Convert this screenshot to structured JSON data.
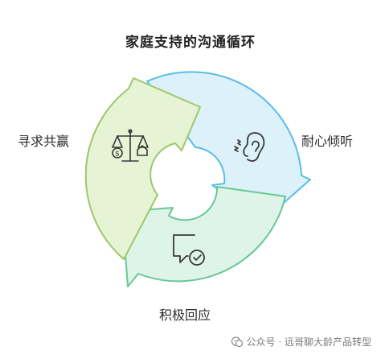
{
  "title": "家庭支持的沟通循环",
  "segments": [
    {
      "label": "寻求共赢",
      "icon": "scale-money-house-icon",
      "fill": "#e6f3d4",
      "stroke": "#9ec86a"
    },
    {
      "label": "耐心倾听",
      "icon": "ear-icon",
      "fill": "#ddf1fb",
      "stroke": "#5bbde6"
    },
    {
      "label": "积极回应",
      "icon": "chat-check-icon",
      "fill": "#def4e8",
      "stroke": "#67c896"
    }
  ],
  "watermark": {
    "text": "公众号 · 远哥聊大龄产品转型",
    "icon": "wechat-icon"
  }
}
